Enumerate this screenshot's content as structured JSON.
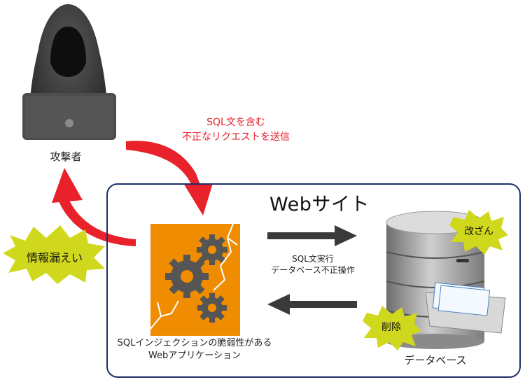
{
  "attacker": {
    "label": "攻撃者"
  },
  "request": {
    "line1": "SQL文を含む",
    "line2": "不正なリクエストを送信"
  },
  "website": {
    "title": "Webサイト"
  },
  "app": {
    "line1": "SQLインジェクションの脆弱性がある",
    "line2": "Webアプリケーション"
  },
  "operation": {
    "line1": "SQL文実行",
    "line2": "データベース不正操作"
  },
  "database": {
    "label": "データベース"
  },
  "badges": {
    "leak": "情報漏えい",
    "tamper": "改ざん",
    "delete": "削除"
  },
  "colors": {
    "attack_red": "#e8212b",
    "frame_navy": "#1f2f6b",
    "app_orange": "#f08c00",
    "burst_yellow": "#cfd81c",
    "arrow_dark": "#3a3a3a"
  }
}
